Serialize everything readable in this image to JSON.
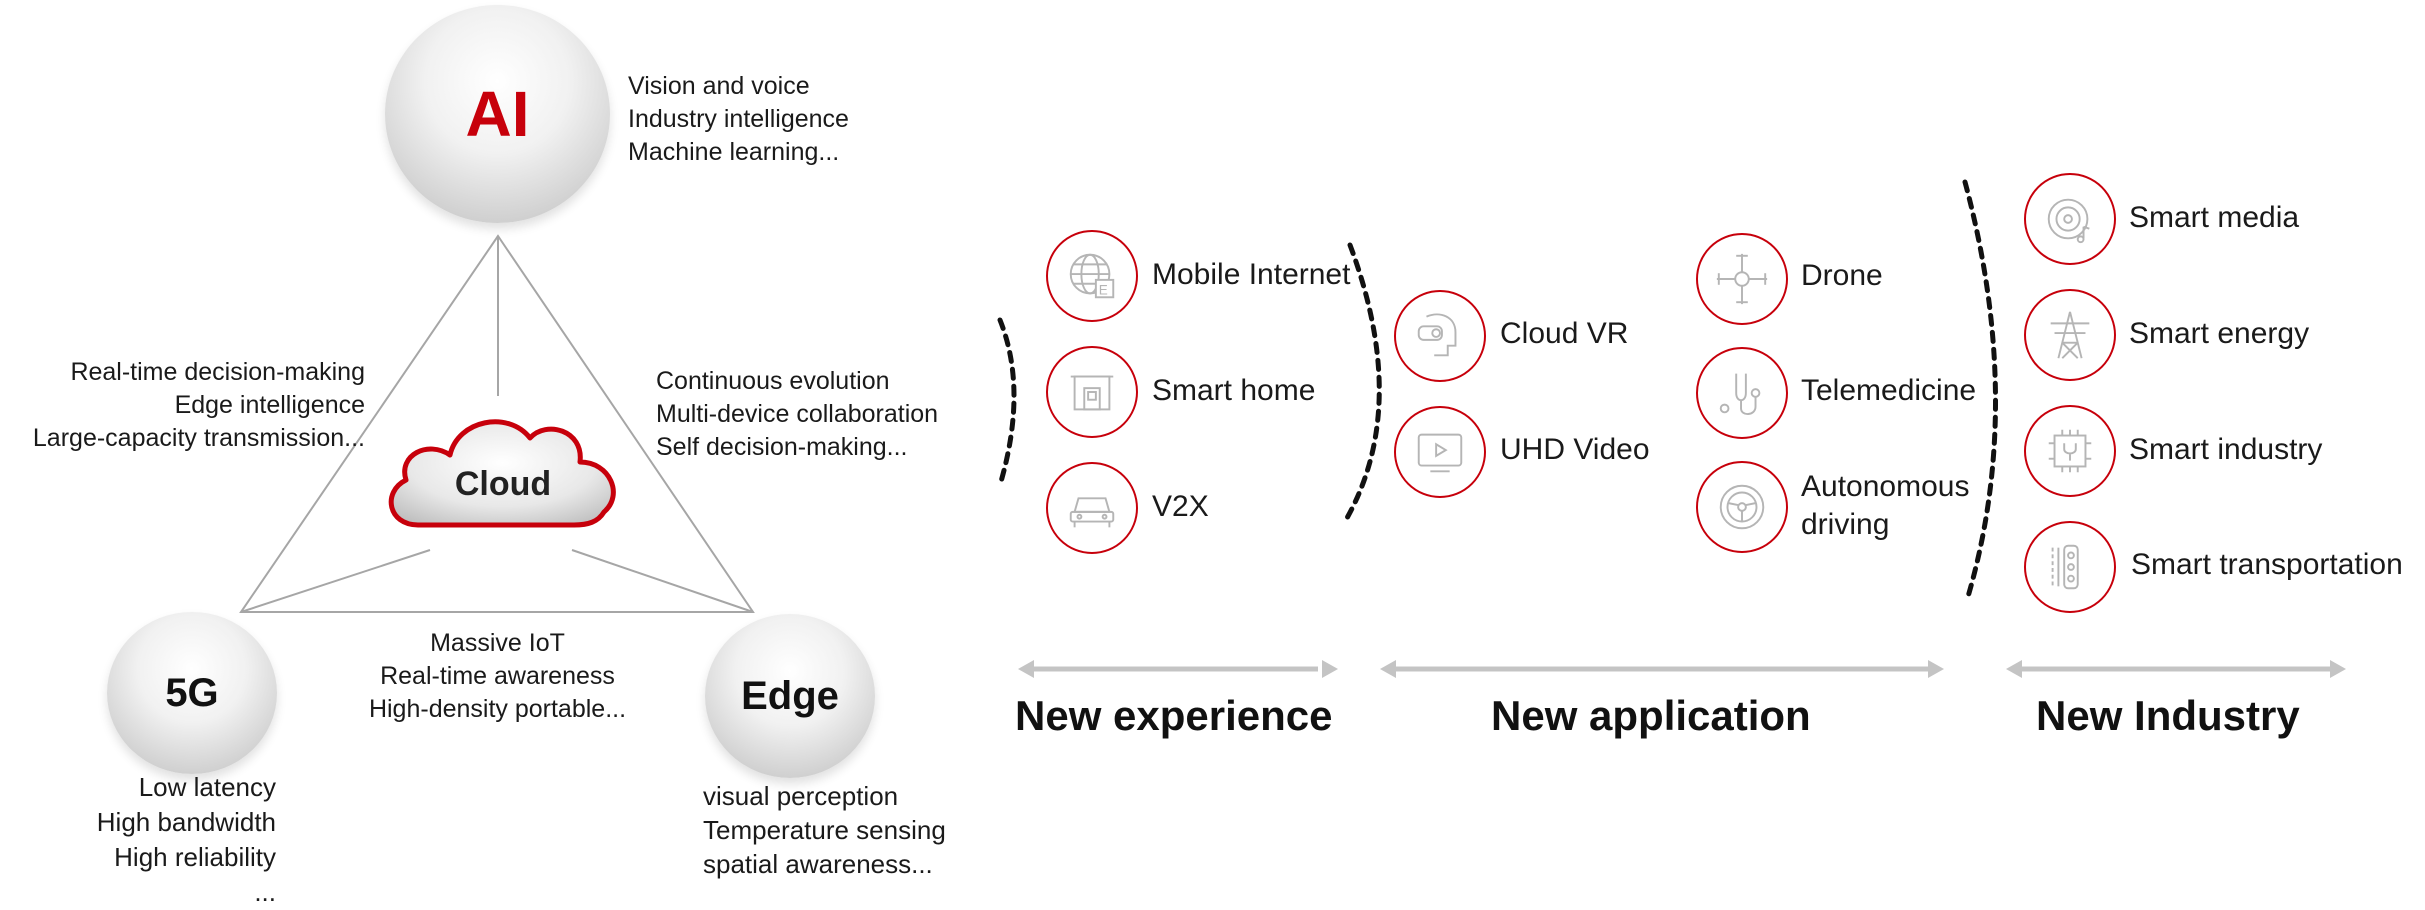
{
  "diagram": {
    "ai": {
      "label": "AI",
      "features": [
        "Vision and voice",
        "Industry intelligence",
        "Machine learning..."
      ]
    },
    "cloud": {
      "label": "Cloud"
    },
    "fiveg": {
      "label": "5G",
      "features": [
        "Low latency",
        "High bandwidth",
        "High reliability",
        "..."
      ]
    },
    "edge": {
      "label": "Edge",
      "features": [
        "visual perception",
        "Temperature sensing",
        "spatial awareness..."
      ]
    },
    "left_edge_text": [
      "Real-time decision-making",
      "Edge intelligence",
      "Large-capacity transmission..."
    ],
    "right_edge_text": [
      "Continuous evolution",
      "Multi-device collaboration",
      "Self decision-making..."
    ],
    "bottom_edge_text": [
      "Massive IoT",
      "Real-time awareness",
      "High-density portable..."
    ]
  },
  "applications": {
    "experience": {
      "title": "New experience",
      "items": [
        {
          "label": "Mobile Internet",
          "icon": "globe-icon"
        },
        {
          "label": "Smart home",
          "icon": "home-icon"
        },
        {
          "label": "V2X",
          "icon": "car-icon"
        }
      ]
    },
    "application": {
      "title": "New application",
      "items": [
        {
          "label": "Cloud VR",
          "icon": "vr-headset-icon"
        },
        {
          "label": "UHD Video",
          "icon": "video-play-icon"
        },
        {
          "label": "Drone",
          "icon": "drone-icon"
        },
        {
          "label": "Telemedicine",
          "icon": "stethoscope-icon"
        },
        {
          "label": "Autonomous driving",
          "lines": [
            "Autonomous",
            "driving"
          ],
          "icon": "steering-wheel-icon"
        }
      ]
    },
    "industry": {
      "title": "New Industry",
      "items": [
        {
          "label": "Smart media",
          "icon": "media-disc-icon"
        },
        {
          "label": "Smart energy",
          "icon": "power-tower-icon"
        },
        {
          "label": "Smart industry",
          "icon": "chip-wrench-icon"
        },
        {
          "label": "Smart transportation",
          "icon": "traffic-light-icon"
        }
      ]
    }
  },
  "colors": {
    "accent": "#c7000b",
    "arrow": "#c4c4c4",
    "line": "#a6a6a6"
  }
}
